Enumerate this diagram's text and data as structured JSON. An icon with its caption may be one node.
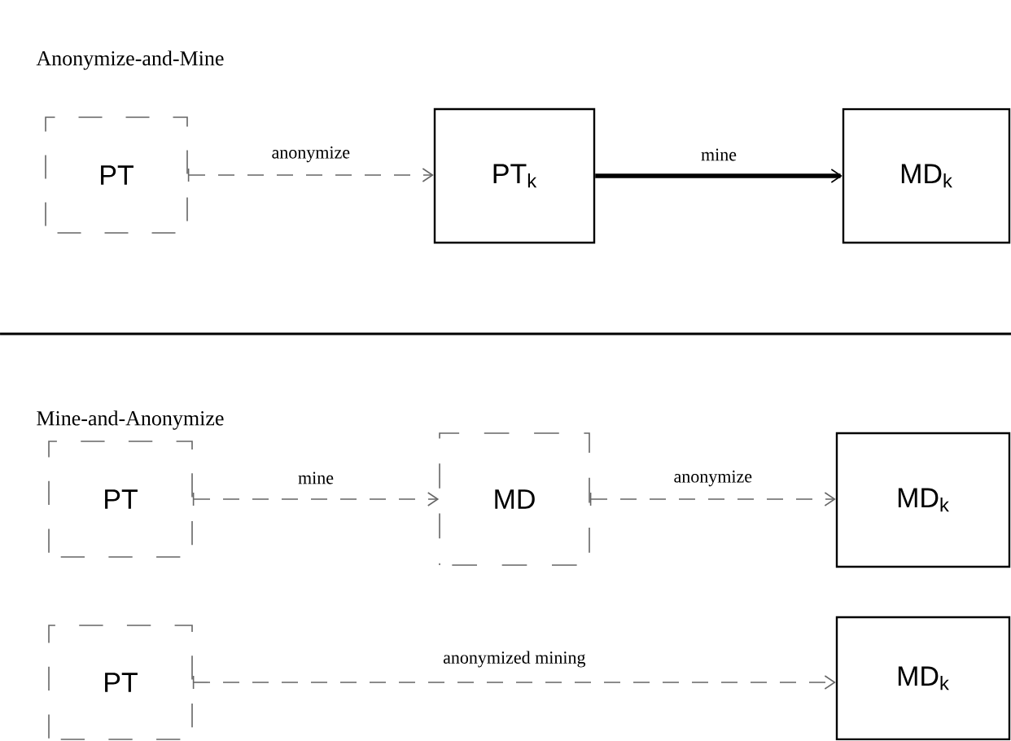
{
  "diagram": {
    "nodes": [
      {
        "text": [
          "PT"
        ]
      },
      {
        "text": [
          "PT$_{k}$"
        ]
      },
      {
        "text": [
          "MD$_{k}$"
        ]
      },
      {
        "text": [
          "PT"
        ]
      },
      {
        "text": [
          "MD"
        ]
      },
      {
        "text": [
          "MD$_{k}$"
        ]
      },
      {
        "text": [
          "PT"
        ]
      },
      {
        "text": [
          "MD$_{k}$"
        ]
      }
    ],
    "edges": [
      {
        "from": 0,
        "to": 1,
        "arrow": "to",
        "label": "anonymize",
        "style": "dashed"
      },
      {
        "from": 1,
        "to": 2,
        "arrow": "to",
        "label": "mine",
        "style": "thick",
        "color": "#000000"
      },
      {
        "from": 3,
        "to": 4,
        "arrow": "to",
        "label": "mine",
        "style": "dashed"
      },
      {
        "from": 4,
        "to": 5,
        "arrow": "to",
        "label": "anonymize",
        "style": "dashed"
      },
      {
        "from": 6,
        "to": 7,
        "arrow": "to",
        "label": "anonymized mining",
        "style": "dashed"
      }
    ],
    "labels": [
      "Anonymize-and-Mine",
      "Mine-and-Anonymize"
    ]
  }
}
